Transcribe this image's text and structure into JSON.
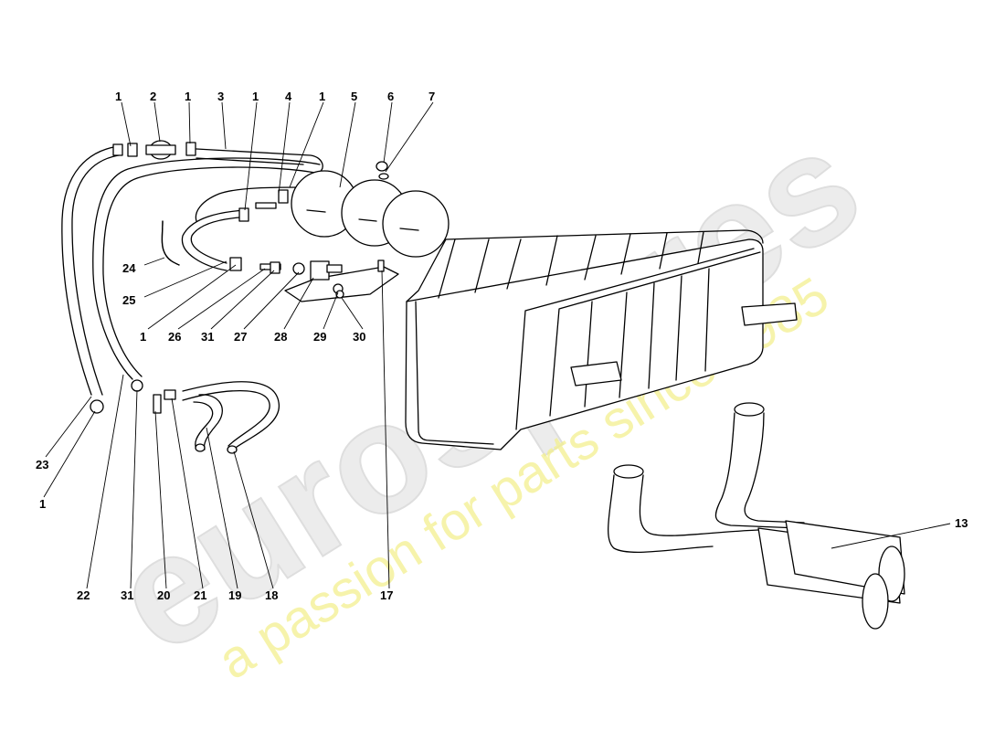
{
  "watermark": {
    "brand": "eurospares",
    "tagline": "a passion for parts since 1985"
  },
  "callouts": [
    "1",
    "2",
    "1",
    "3",
    "1",
    "4",
    "1",
    "5",
    "6",
    "7",
    "24",
    "25",
    "1",
    "26",
    "31",
    "27",
    "28",
    "29",
    "30",
    "23",
    "1",
    "22",
    "31",
    "20",
    "21",
    "19",
    "18",
    "17",
    "13"
  ]
}
